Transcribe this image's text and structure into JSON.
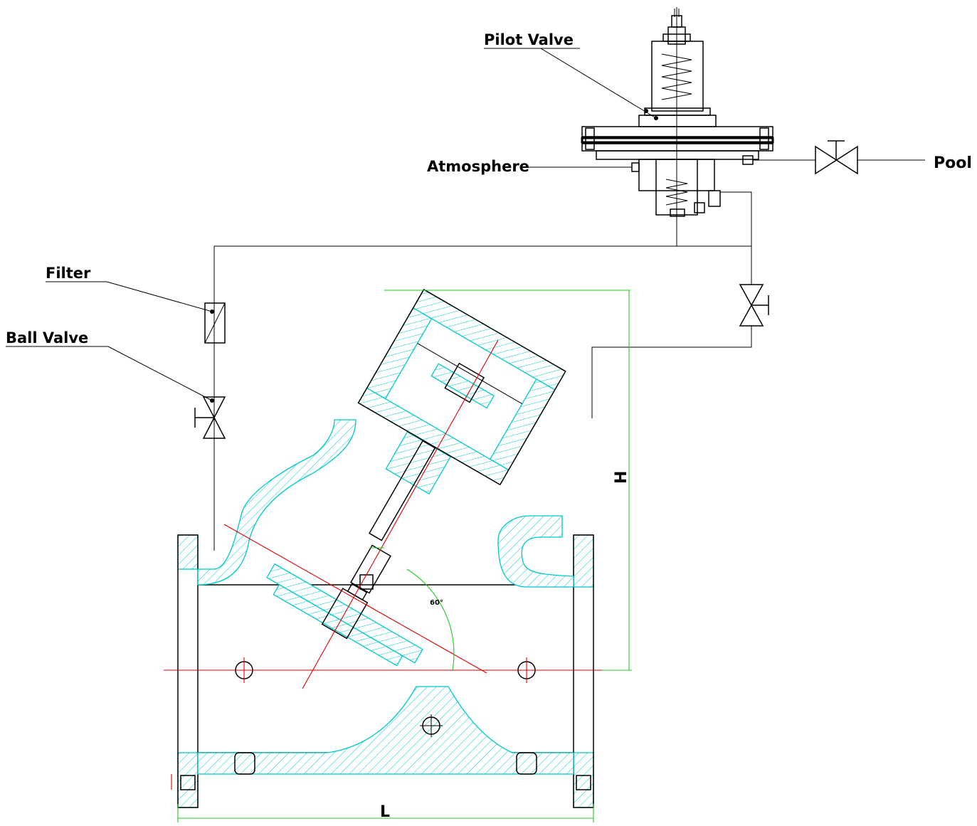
{
  "labels": {
    "pilot_valve": "Pilot Valve",
    "atmosphere": "Atmosphere",
    "pool": "Pool",
    "filter": "Filter",
    "ball_valve": "Ball Valve"
  },
  "dimensions": {
    "height": "H",
    "length": "L",
    "angle": "60°"
  },
  "colors": {
    "body_section": "#00c8c8",
    "centerline": "#e00000",
    "dimension": "#22cc22",
    "lines": "#000000"
  }
}
